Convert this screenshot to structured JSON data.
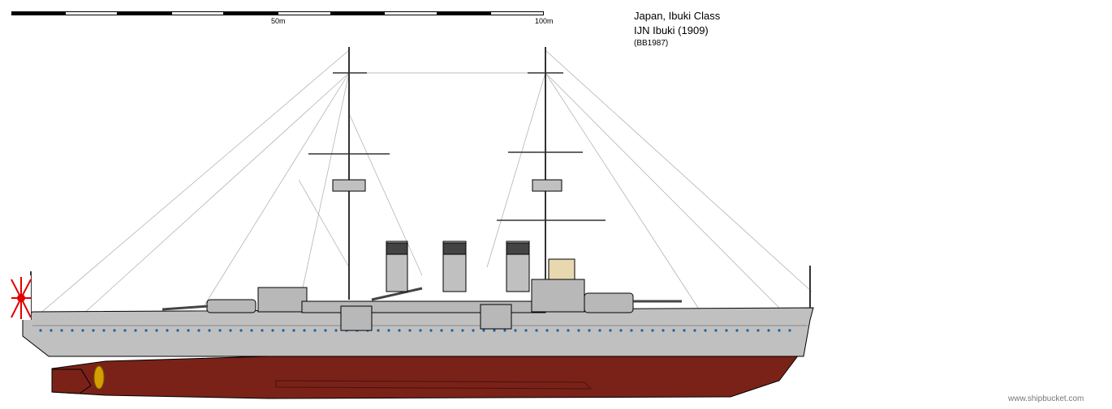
{
  "scale_bar": {
    "labels": [
      "50m",
      "100m"
    ],
    "segments": 10
  },
  "title": {
    "line1": "Japan, Ibuki Class",
    "line2": "IJN Ibuki (1909)",
    "line3": "(BB1987)"
  },
  "credit": "www.shipbucket.com",
  "colors": {
    "hull_red": "#7a2218",
    "hull_grey": "#c0c0c0",
    "deck_dark": "#808080",
    "propeller": "#d4a000",
    "flag_red": "#e00000"
  }
}
